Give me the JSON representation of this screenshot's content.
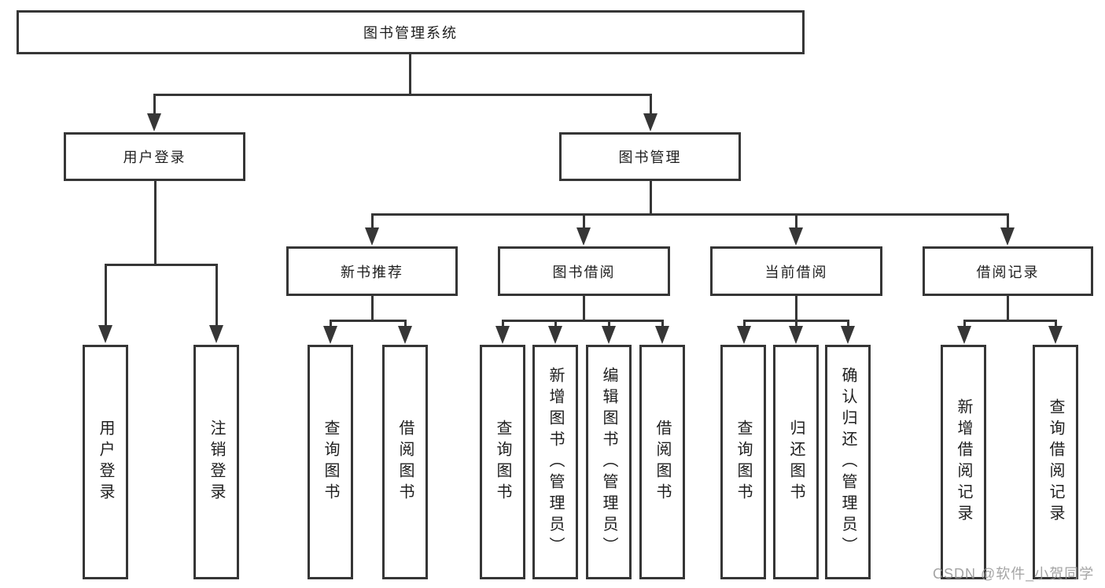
{
  "diagram": {
    "type": "tree",
    "root": {
      "label": "图书管理系统",
      "children": [
        {
          "label": "用户登录",
          "children": [
            {
              "label": "用户登录"
            },
            {
              "label": "注销登录"
            }
          ]
        },
        {
          "label": "图书管理",
          "children": [
            {
              "label": "新书推荐",
              "children": [
                {
                  "label": "查询图书"
                },
                {
                  "label": "借阅图书"
                }
              ]
            },
            {
              "label": "图书借阅",
              "children": [
                {
                  "label": "查询图书"
                },
                {
                  "label": "新增图书（管理员）"
                },
                {
                  "label": "编辑图书（管理员）"
                },
                {
                  "label": "借阅图书"
                }
              ]
            },
            {
              "label": "当前借阅",
              "children": [
                {
                  "label": "查询图书"
                },
                {
                  "label": "归还图书"
                },
                {
                  "label": "确认归还（管理员）"
                }
              ]
            },
            {
              "label": "借阅记录",
              "children": [
                {
                  "label": "新增借阅记录"
                },
                {
                  "label": "查询借阅记录"
                }
              ]
            }
          ]
        }
      ]
    },
    "colors": {
      "line": "#363636",
      "box_border": "#363636",
      "text": "#1e1e1e",
      "background": "#ffffff",
      "watermark": "#949494"
    }
  },
  "watermark": {
    "text": "CSDN @软件_小贺同学"
  }
}
